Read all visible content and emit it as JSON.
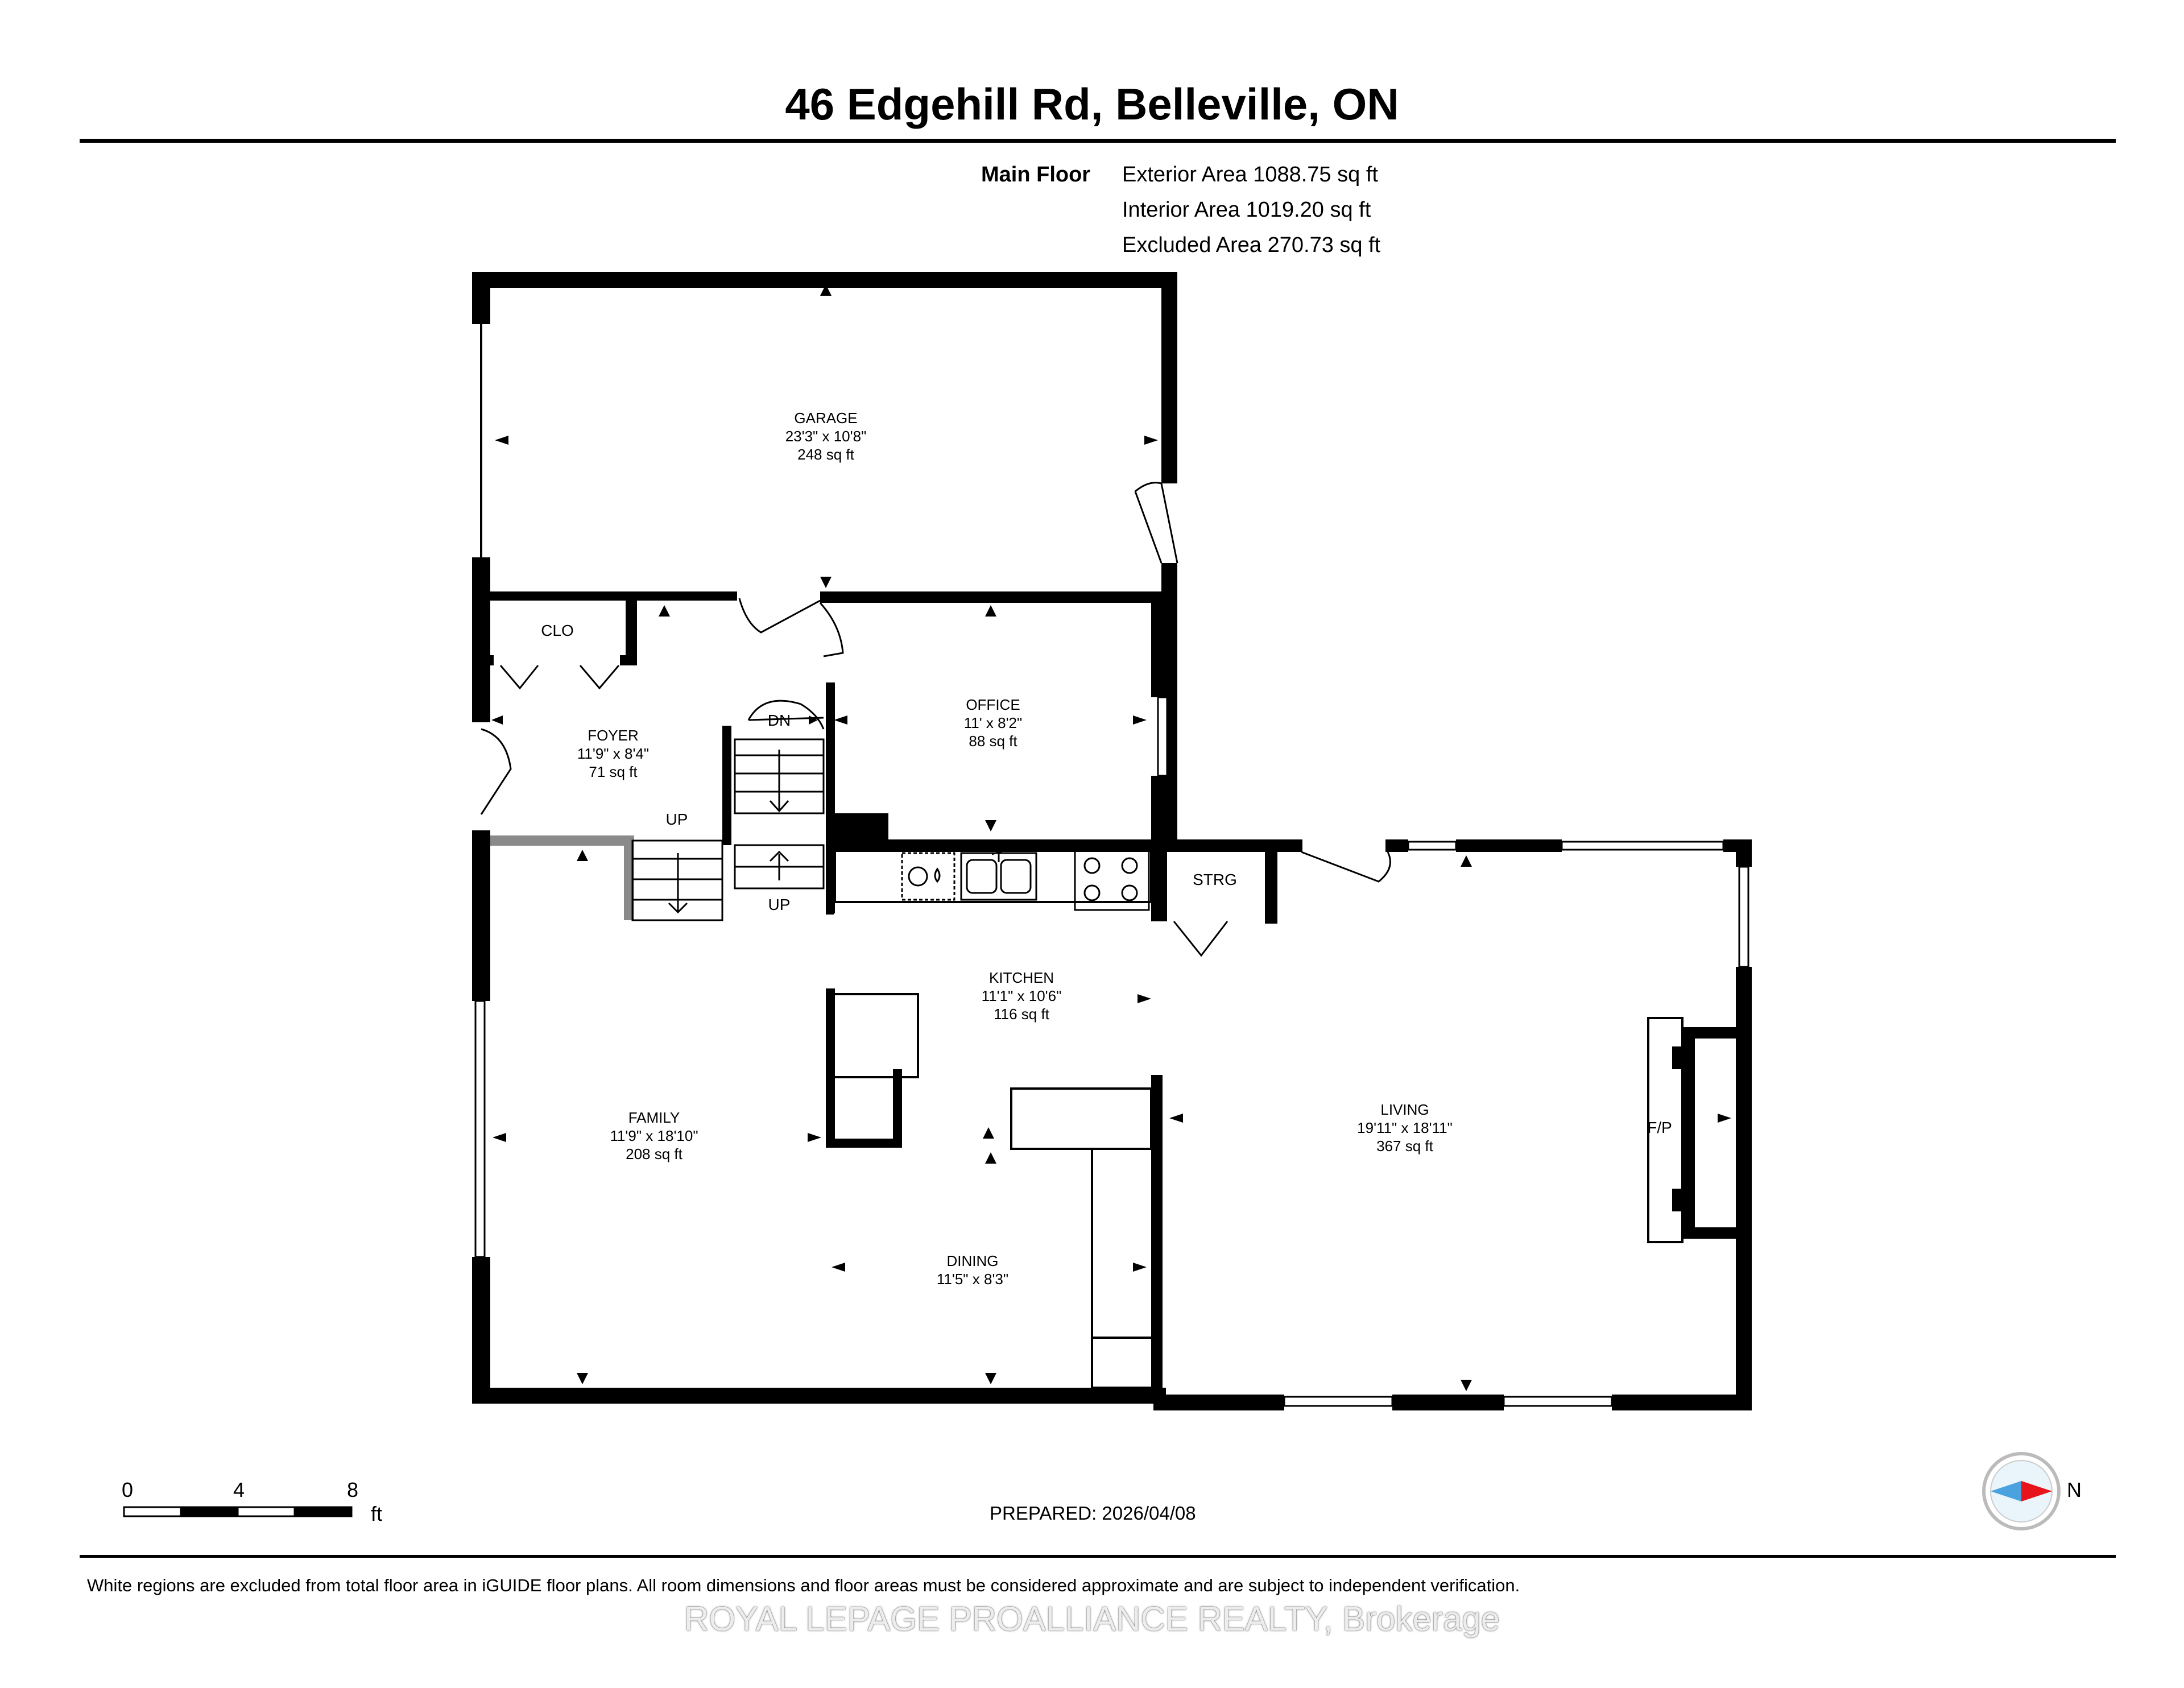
{
  "header": {
    "title": "46 Edgehill Rd, Belleville, ON"
  },
  "areas": {
    "floor_name": "Main Floor",
    "exterior": "Exterior Area 1088.75 sq ft",
    "interior": "Interior Area 1019.20 sq ft",
    "excluded": "Excluded Area 270.73 sq ft"
  },
  "rooms": {
    "garage": {
      "name": "GARAGE",
      "dims": "23'3\" x 10'8\"",
      "area": "248 sq ft"
    },
    "office": {
      "name": "OFFICE",
      "dims": "11' x 8'2\"",
      "area": "88 sq ft"
    },
    "foyer": {
      "name": "FOYER",
      "dims": "11'9\" x 8'4\"",
      "area": "71 sq ft"
    },
    "kitchen": {
      "name": "KITCHEN",
      "dims": "11'1\" x 10'6\"",
      "area": "116 sq ft"
    },
    "family": {
      "name": "FAMILY",
      "dims": "11'9\" x 18'10\"",
      "area": "208 sq ft"
    },
    "dining": {
      "name": "DINING",
      "dims": "11'5\" x 8'3\""
    },
    "living": {
      "name": "LIVING",
      "dims": "19'11\" x 18'11\"",
      "area": "367 sq ft"
    }
  },
  "labels": {
    "clo": "CLO",
    "dn": "DN",
    "up_foyer": "UP",
    "up_stair": "UP",
    "strg": "STRG",
    "fp": "F/P"
  },
  "scale": {
    "ticks": [
      "0",
      "4",
      "8"
    ],
    "unit": "ft"
  },
  "compass": {
    "label": "N",
    "icon": "compass-icon"
  },
  "footer": {
    "prepared": "PREPARED: 2026/04/08",
    "disclaimer": "White regions are excluded from total floor area in iGUIDE floor plans. All room dimensions and floor areas must be considered approximate and are subject to independent verification.",
    "watermark": "ROYAL LEPAGE PROALLIANCE REALTY, Brokerage"
  },
  "colors": {
    "wall": "#000000",
    "window": "#ffffff",
    "stair_rail": "#8a8a8a",
    "compass_red": "#e8141c",
    "compass_blue": "#4aa3df"
  }
}
